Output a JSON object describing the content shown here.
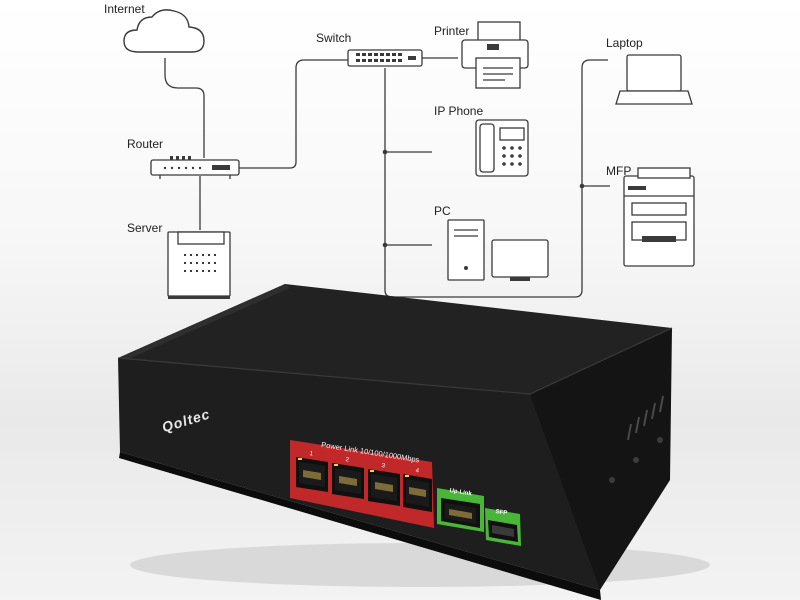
{
  "diagram": {
    "labels": {
      "internet": "Internet",
      "switch": "Switch",
      "printer": "Printer",
      "laptop": "Laptop",
      "router": "Router",
      "ip_phone": "IP Phone",
      "mfp": "MFP",
      "server": "Server",
      "pc": "PC"
    },
    "line_color": "#3a3a3a"
  },
  "product": {
    "brand": "Qoltec",
    "port_panel_title": "Power Link 10/100/1000Mbps",
    "port_numbers": [
      "1",
      "2",
      "3",
      "4"
    ],
    "uplink_label": "Up-Link",
    "sfp_label": "SFP",
    "colors": {
      "body": "#1c1c1c",
      "poe_panel": "#c0282a",
      "uplink_panel": "#49b63a"
    }
  }
}
